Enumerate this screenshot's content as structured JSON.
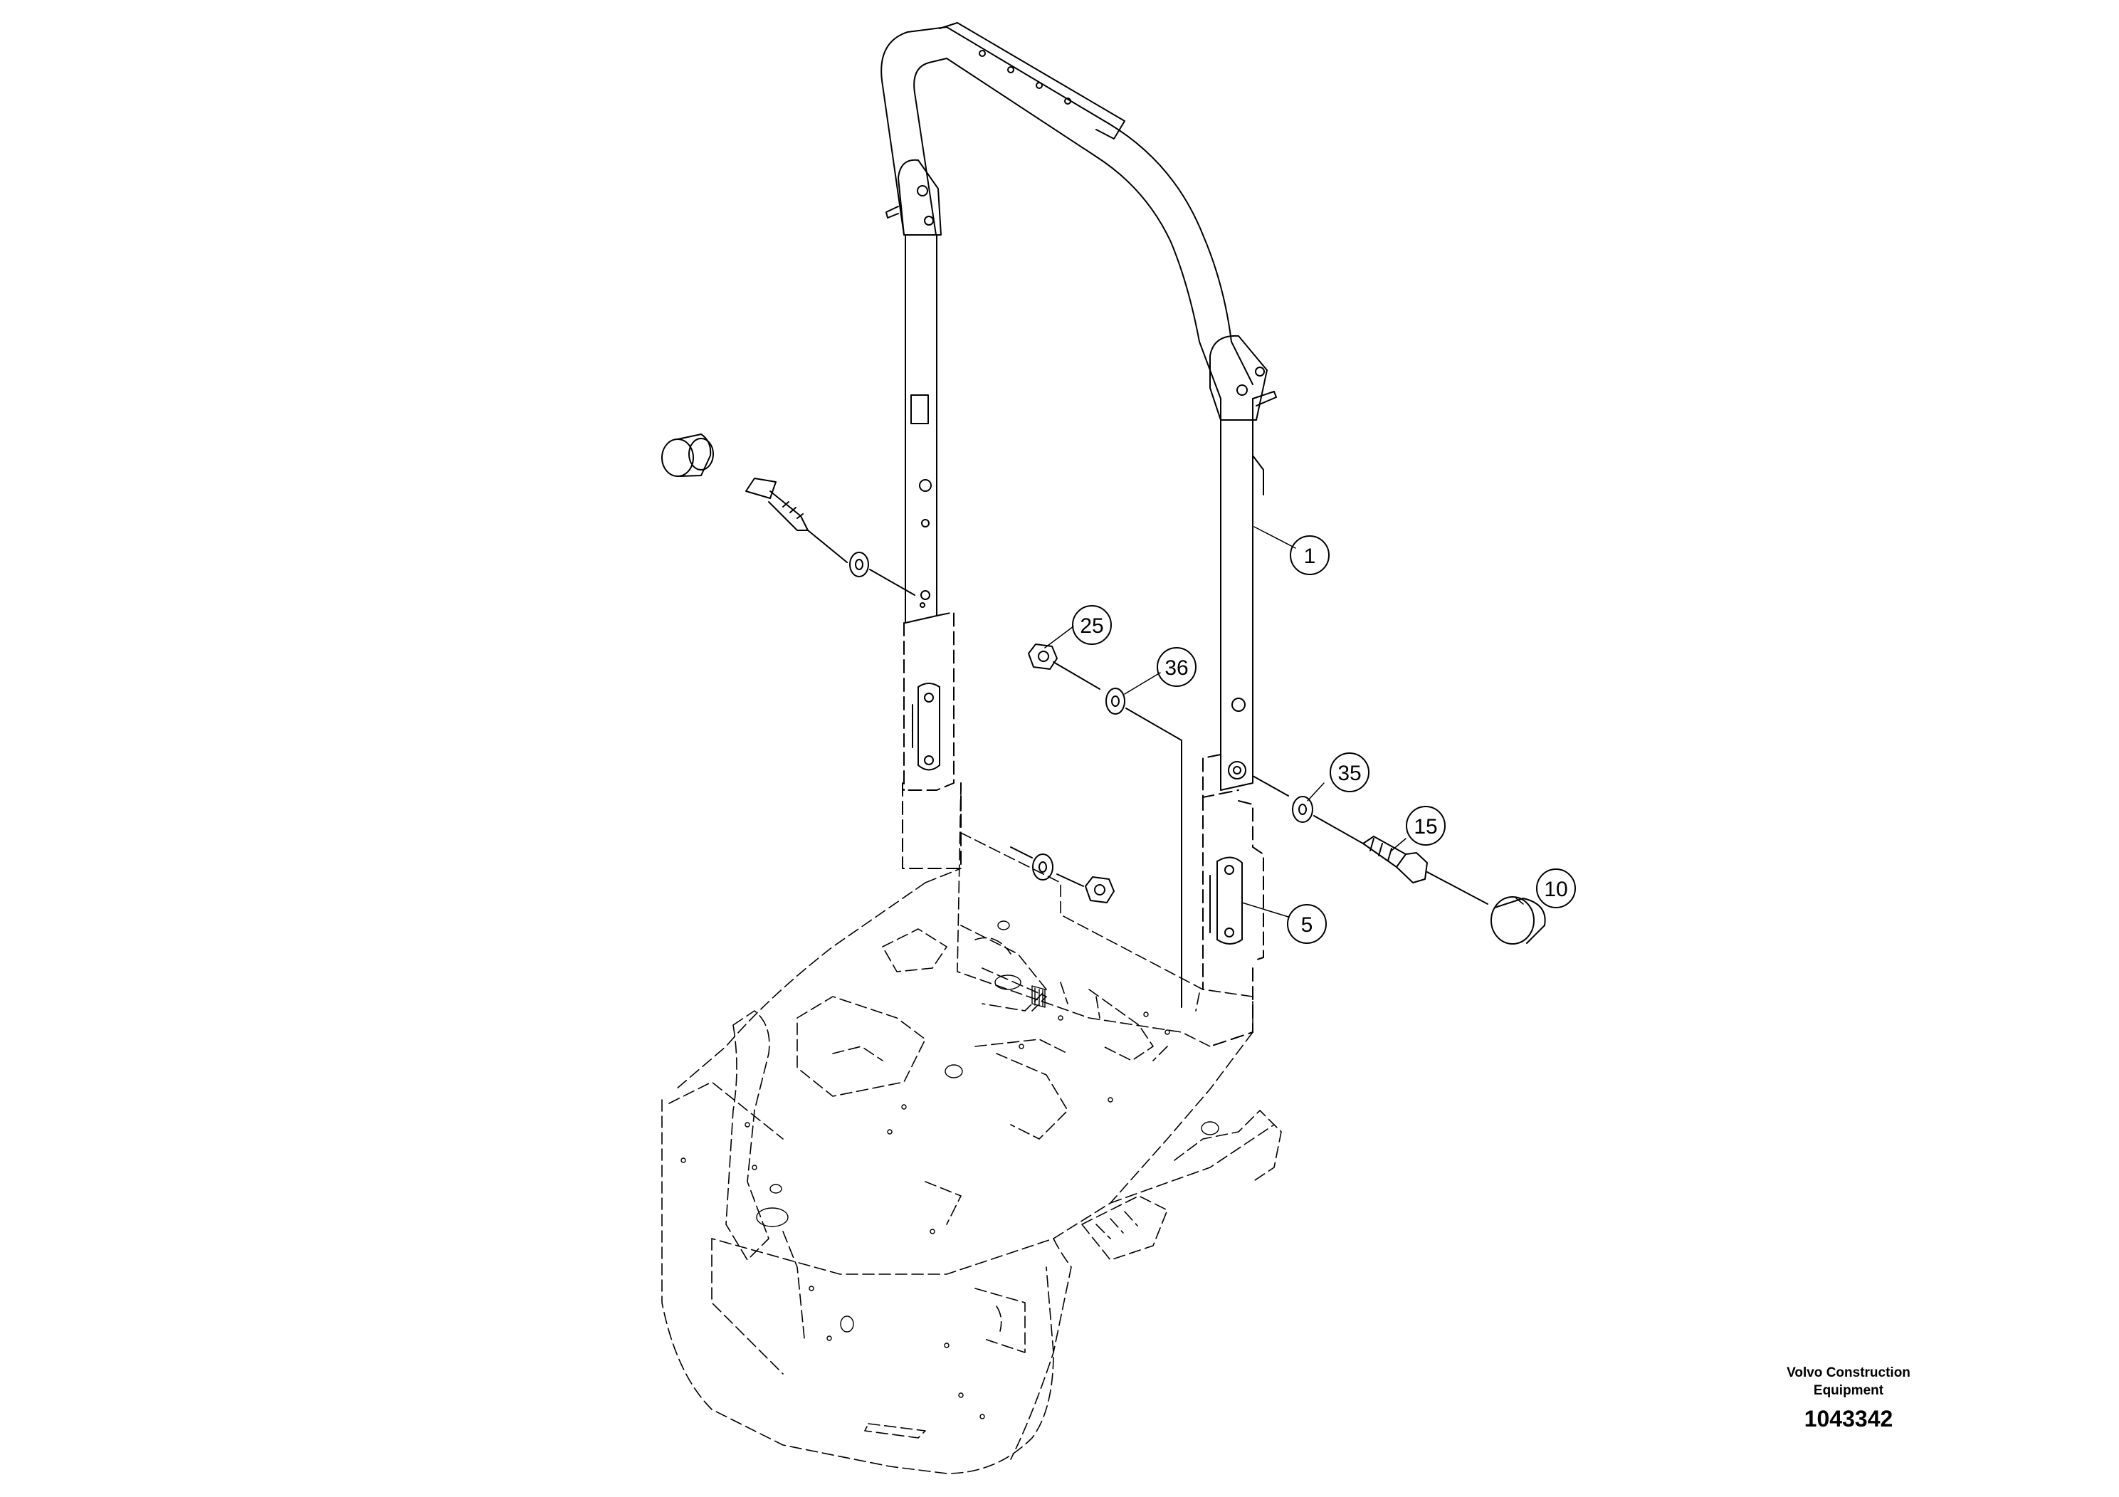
{
  "callouts": [
    {
      "id": "1",
      "label": "1"
    },
    {
      "id": "5",
      "label": "5"
    },
    {
      "id": "10",
      "label": "10"
    },
    {
      "id": "15",
      "label": "15"
    },
    {
      "id": "25",
      "label": "25"
    },
    {
      "id": "35",
      "label": "35"
    },
    {
      "id": "36",
      "label": "36"
    }
  ],
  "footer": {
    "maker": "Volvo Construction Equipment",
    "doc_number": "1043342"
  }
}
